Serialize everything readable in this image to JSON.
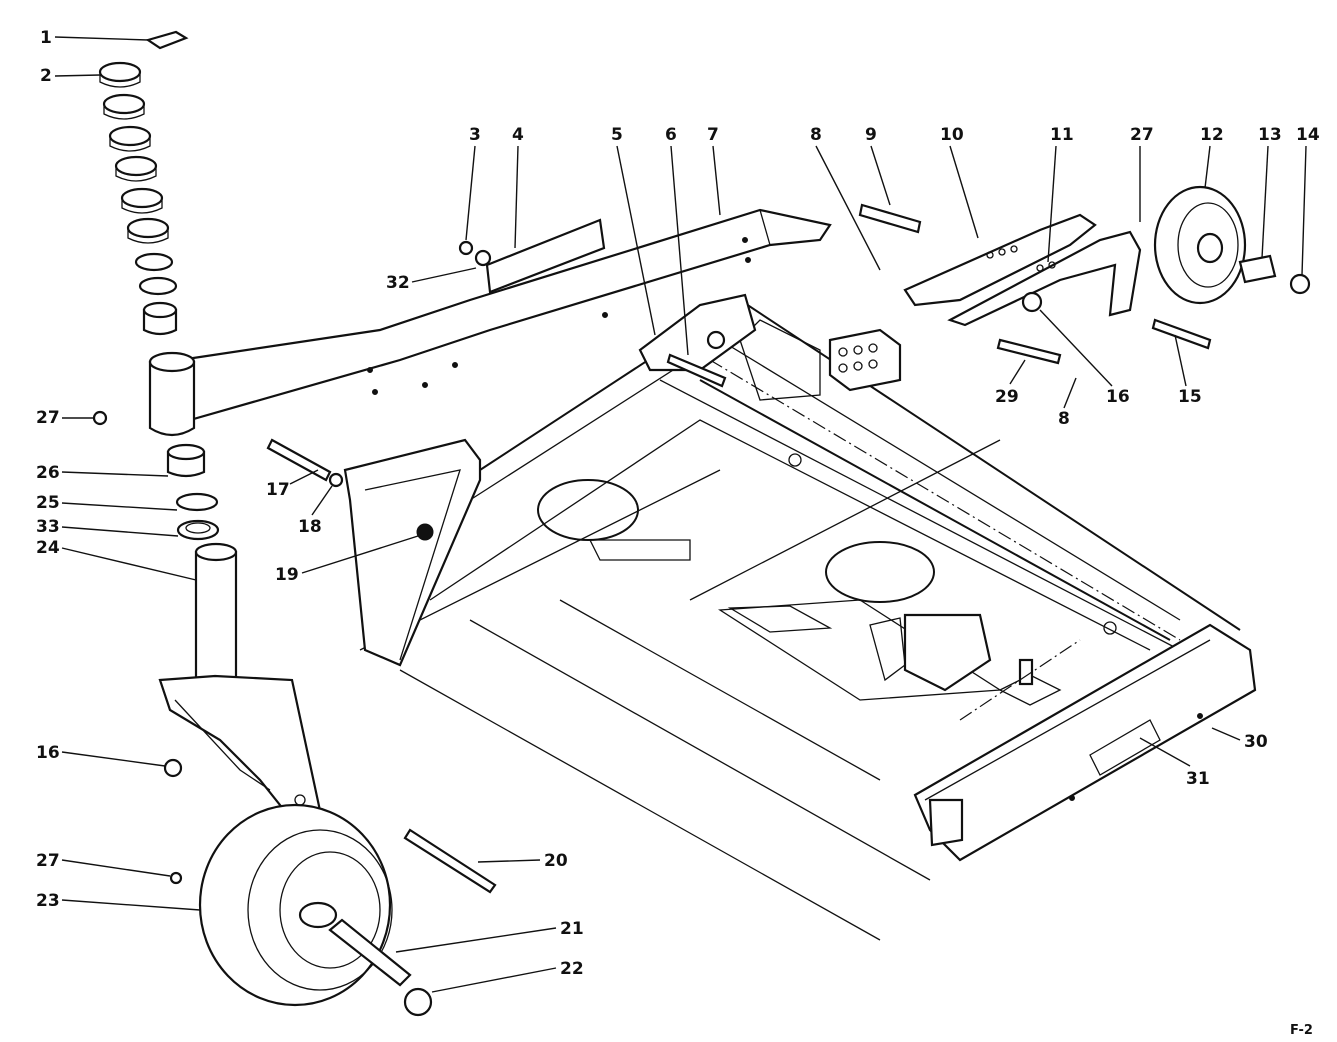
{
  "callouts": [
    {
      "id": "c1",
      "label": "1"
    },
    {
      "id": "c2",
      "label": "2"
    },
    {
      "id": "c3",
      "label": "3"
    },
    {
      "id": "c4",
      "label": "4"
    },
    {
      "id": "c5",
      "label": "5"
    },
    {
      "id": "c6",
      "label": "6"
    },
    {
      "id": "c7",
      "label": "7"
    },
    {
      "id": "c8a",
      "label": "8"
    },
    {
      "id": "c8b",
      "label": "8"
    },
    {
      "id": "c9",
      "label": "9"
    },
    {
      "id": "c10",
      "label": "10"
    },
    {
      "id": "c11",
      "label": "11"
    },
    {
      "id": "c27a",
      "label": "27"
    },
    {
      "id": "c12",
      "label": "12"
    },
    {
      "id": "c13",
      "label": "13"
    },
    {
      "id": "c14",
      "label": "14"
    },
    {
      "id": "c32",
      "label": "32"
    },
    {
      "id": "c29",
      "label": "29"
    },
    {
      "id": "c16a",
      "label": "16"
    },
    {
      "id": "c15",
      "label": "15"
    },
    {
      "id": "c27b",
      "label": "27"
    },
    {
      "id": "c26",
      "label": "26"
    },
    {
      "id": "c25",
      "label": "25"
    },
    {
      "id": "c33",
      "label": "33"
    },
    {
      "id": "c24",
      "label": "24"
    },
    {
      "id": "c17",
      "label": "17"
    },
    {
      "id": "c18",
      "label": "18"
    },
    {
      "id": "c19",
      "label": "19"
    },
    {
      "id": "c16b",
      "label": "16"
    },
    {
      "id": "c27c",
      "label": "27"
    },
    {
      "id": "c23",
      "label": "23"
    },
    {
      "id": "c20",
      "label": "20"
    },
    {
      "id": "c21",
      "label": "21"
    },
    {
      "id": "c22",
      "label": "22"
    },
    {
      "id": "c30",
      "label": "30"
    },
    {
      "id": "c31",
      "label": "31"
    }
  ],
  "figure_code": "F-2"
}
